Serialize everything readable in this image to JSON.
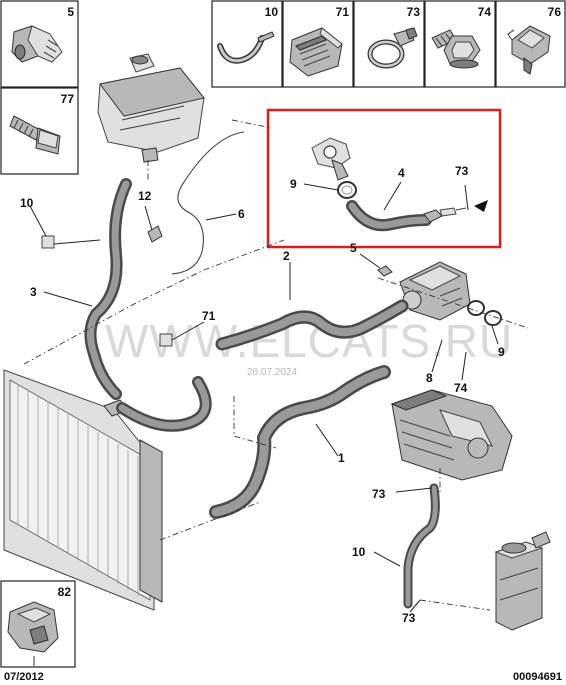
{
  "header_parts": [
    {
      "number": "5"
    },
    {
      "number": "77"
    },
    {
      "number": "10"
    },
    {
      "number": "71"
    },
    {
      "number": "73"
    },
    {
      "number": "74"
    },
    {
      "number": "76"
    }
  ],
  "corner_part": {
    "number": "82"
  },
  "callouts": {
    "n1": "1",
    "n2": "2",
    "n3": "3",
    "n4": "4",
    "n5": "5",
    "n6": "6",
    "n8": "8",
    "n9_inset": "9",
    "n9": "9",
    "n10": "10",
    "n10_lower": "10",
    "n12": "12",
    "n71": "71",
    "n73_inset": "73",
    "n73_mid": "73",
    "n73_low": "73",
    "n74": "74"
  },
  "watermark": {
    "text": "WWW.ELCATS.RU",
    "date": "26.07.2024"
  },
  "footer": {
    "date_code": "07/2012",
    "drawing_id": "00094691"
  },
  "colors": {
    "highlight_frame": "#d81e1e",
    "line": "#222222",
    "hose": "#4a4a4a",
    "watermark": "#d9d9d9"
  }
}
